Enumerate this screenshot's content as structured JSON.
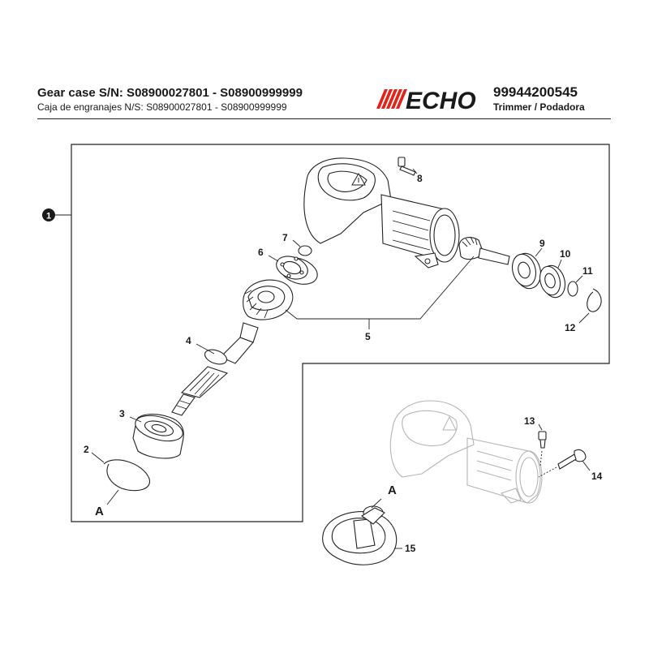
{
  "header": {
    "title": "Gear case S/N: S08900027801 - S08900999999",
    "subtitle": "Caja de engranajes N/S: S08900027801 - S08900999999",
    "part_number": "99944200545",
    "model": "Trimmer / Podadora",
    "brand_logo_text": "ECHO",
    "brand_color": "#e2231a"
  },
  "assembly_marker": {
    "label": "1"
  },
  "callouts": {
    "c2": "2",
    "c3": "3",
    "c4": "4",
    "c5": "5",
    "c6": "6",
    "c7": "7",
    "c8": "8",
    "c9": "9",
    "c10": "10",
    "c11": "11",
    "c12": "12",
    "c13": "13",
    "c14": "14",
    "c15": "15",
    "ref_a_left": "A",
    "ref_a_right": "A"
  },
  "icons": {
    "gear_case": "gear-case-housing",
    "bearing": "ball-bearing",
    "shaft": "splined-shaft",
    "bolt": "bolt",
    "ring": "snap-ring"
  }
}
